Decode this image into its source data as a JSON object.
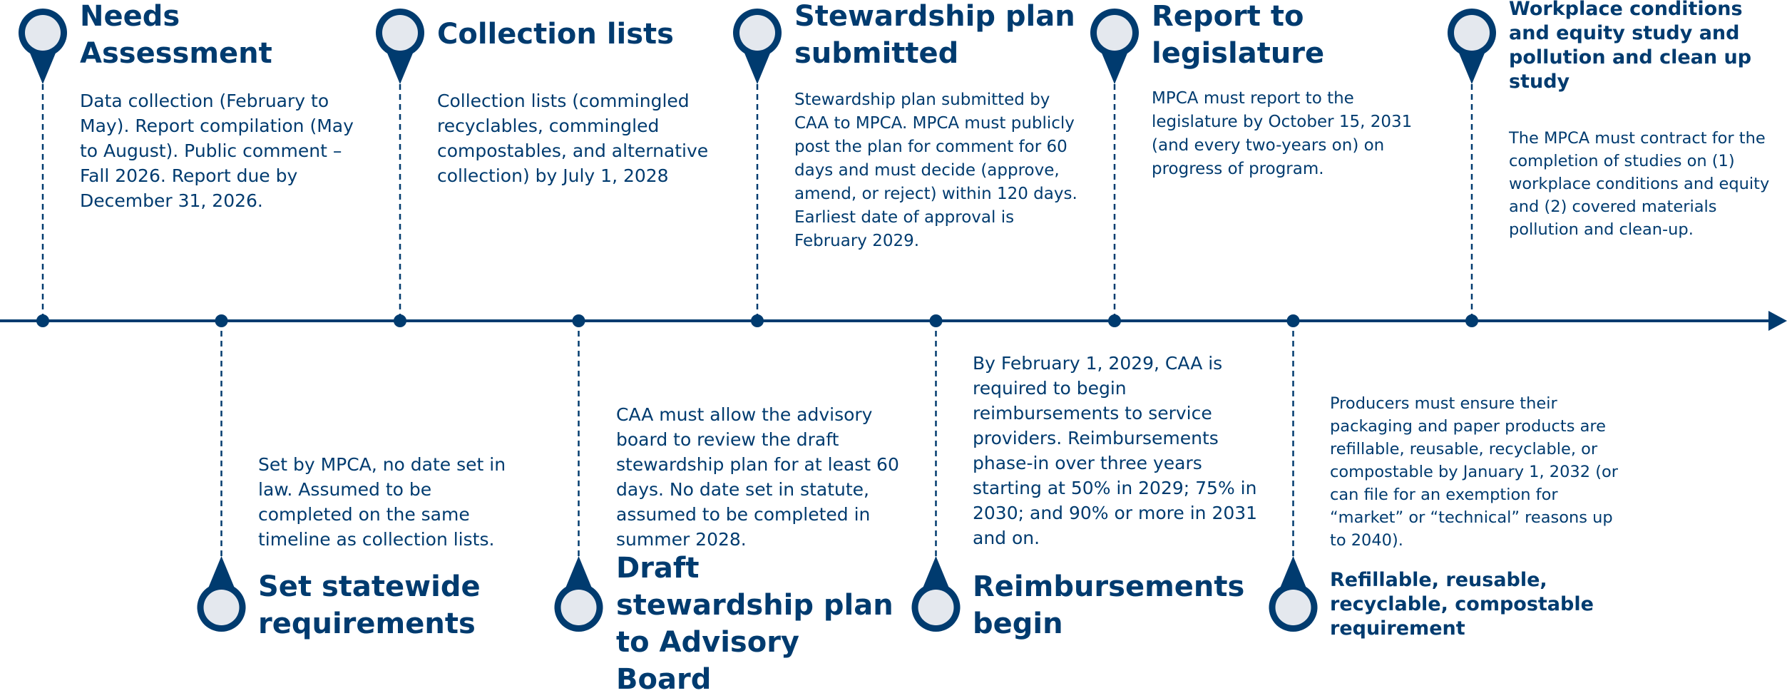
{
  "milestones": [
    {
      "title": "Needs Assessment",
      "description": "Data collection (February to May). Report compilation (May to August). Public comment – Fall 2026. Report due by December 31, 2026.",
      "side": "top"
    },
    {
      "title": "Set statewide requirements",
      "description": "Set by MPCA, no date set in law. Assumed to be completed on the same timeline as collection lists.",
      "side": "bottom"
    },
    {
      "title": "Collection lists",
      "description": "Collection lists (commingled recyclables, commingled compostables, and alternative collection) by July 1, 2028",
      "side": "top"
    },
    {
      "title": "Draft stewardship plan to Advisory Board",
      "description": "CAA must allow the advisory board to review the draft stewardship plan for at least 60 days. No date set in statute, assumed to be completed in summer 2028.",
      "side": "bottom"
    },
    {
      "title": "Stewardship plan submitted",
      "description": "Stewardship plan submitted by CAA to MPCA. MPCA must publicly post the plan for comment for 60 days and must decide (approve, amend, or reject) within 120 days. Earliest date of approval is February 2029.",
      "side": "top"
    },
    {
      "title": "Reimbursements begin",
      "description": "By February 1, 2029, CAA is required to begin reimbursements to service providers. Reimbursements phase-in over three years starting at 50% in 2029; 75% in 2030; and 90% or more in 2031 and on.",
      "side": "bottom"
    },
    {
      "title": "Report to legislature",
      "description": "MPCA must report to the legislature by October 15, 2031 (and every two-years on) on progress of program.",
      "side": "top"
    },
    {
      "title": "Refillable, reusable, recyclable, compostable requirement",
      "description": "Producers must ensure their packaging and paper products are refillable, reusable, recyclable, or compostable by January 1, 2032 (or can file for an exemption for “market” or “technical” reasons up to 2040).",
      "side": "bottom"
    },
    {
      "title": "Workplace conditions and equity study and pollution and clean up study",
      "description": "The MPCA must contract for the completion of studies on (1) workplace conditions and equity and (2) covered materials pollution and clean-up.",
      "side": "top"
    }
  ],
  "colors": {
    "primary": "#003b6f",
    "pin_fill": "#e4e8ee",
    "background": "#ffffff"
  }
}
